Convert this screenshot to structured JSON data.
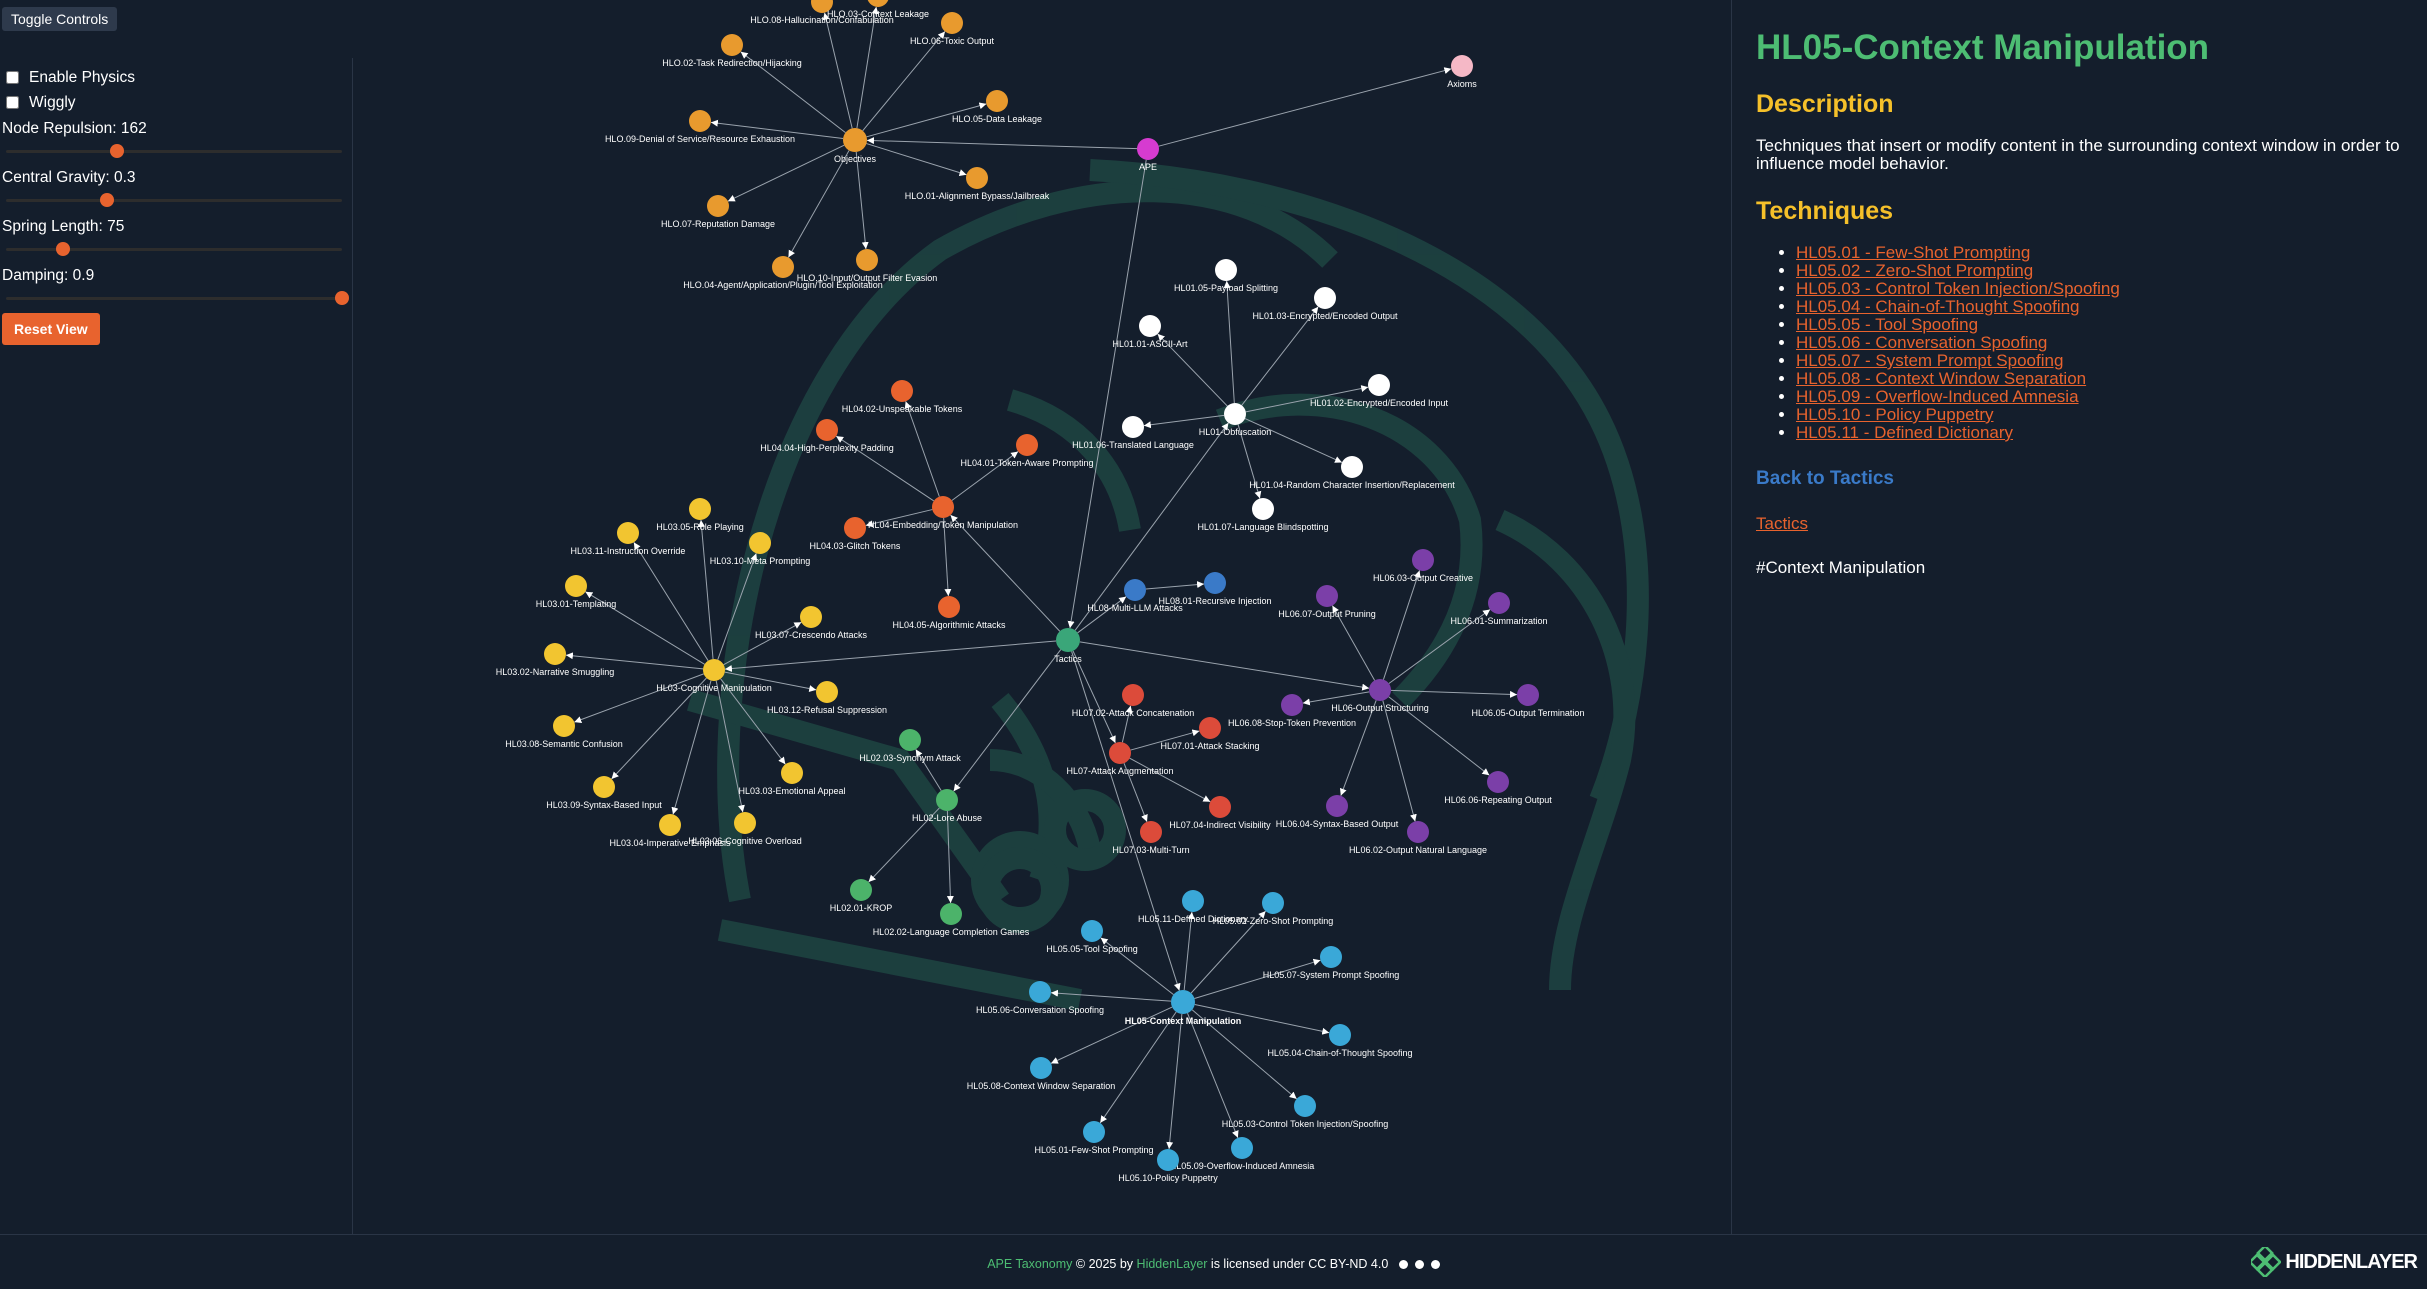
{
  "controls": {
    "toggle_label": "Toggle Controls",
    "physics_label": "Enable Physics",
    "physics_checked": false,
    "wiggly_label": "Wiggly",
    "wiggly_checked": false,
    "repulsion_label": "Node Repulsion: 162",
    "repulsion_level": 0.33,
    "gravity_label": "Central Gravity: 0.3",
    "gravity_level": 0.3,
    "spring_label": "Spring Length: 75",
    "spring_level": 0.17,
    "damping_label": "Damping: 0.9",
    "damping_level": 1.0,
    "reset_label": "Reset View"
  },
  "graph": {
    "edge_color": "#9aa3ad",
    "group_colors": {
      "root": "#3aa679",
      "objectives": "#e89a2e",
      "ape": "#d63bd0",
      "axioms": "#f5b8c6",
      "hl01": "#ffffff",
      "hl02": "#4cb36a",
      "hl03": "#f2c530",
      "hl04": "#e8632e",
      "hl05": "#3aa8d8",
      "hl06": "#7b3fa8",
      "hl07": "#dc4b3a",
      "hl08": "#3a7ac8"
    },
    "nodes": [
      {
        "id": "APE",
        "label": "APE",
        "g": "ape"
      },
      {
        "id": "Axioms",
        "label": "Axioms",
        "g": "axioms"
      },
      {
        "id": "Obj",
        "label": "Objectives",
        "g": "objectives"
      },
      {
        "id": "Tac",
        "label": "Tactics",
        "g": "root"
      },
      {
        "id": "o08",
        "label": "HLO.08-Hallucination/Confabulation",
        "g": "objectives"
      },
      {
        "id": "o03",
        "label": "HLO.03-Context Leakage",
        "g": "objectives"
      },
      {
        "id": "o06",
        "label": "HLO.06-Toxic Output",
        "g": "objectives"
      },
      {
        "id": "o02",
        "label": "HLO.02-Task Redirection/Hijacking",
        "g": "objectives"
      },
      {
        "id": "o05",
        "label": "HLO.05-Data Leakage",
        "g": "objectives"
      },
      {
        "id": "o09",
        "label": "HLO.09-Denial of Service/Resource Exhaustion",
        "g": "objectives"
      },
      {
        "id": "o01",
        "label": "HLO.01-Alignment Bypass/Jailbreak",
        "g": "objectives"
      },
      {
        "id": "o07",
        "label": "HLO.07-Reputation Damage",
        "g": "objectives"
      },
      {
        "id": "o10",
        "label": "HLO.10-Input/Output Filter Evasion",
        "g": "objectives"
      },
      {
        "id": "o04",
        "label": "HLO.04-Agent/Application/Plugin/Tool Exploitation",
        "g": "objectives"
      },
      {
        "id": "h01",
        "label": "HL01-Obfuscation",
        "g": "hl01"
      },
      {
        "id": "h0105",
        "label": "HL01.05-Payload Splitting",
        "g": "hl01"
      },
      {
        "id": "h0103",
        "label": "HL01.03-Encrypted/Encoded Output",
        "g": "hl01"
      },
      {
        "id": "h0101",
        "label": "HL01.01-ASCII-Art",
        "g": "hl01"
      },
      {
        "id": "h0102",
        "label": "HL01.02-Encrypted/Encoded Input",
        "g": "hl01"
      },
      {
        "id": "h0106",
        "label": "HL01.06-Translated Language",
        "g": "hl01"
      },
      {
        "id": "h0104",
        "label": "HL01.04-Random Character Insertion/Replacement",
        "g": "hl01"
      },
      {
        "id": "h0107",
        "label": "HL01.07-Language Blindspotting",
        "g": "hl01"
      },
      {
        "id": "h04",
        "label": "HL04-Embedding/Token Manipulation",
        "g": "hl04"
      },
      {
        "id": "h0402",
        "label": "HL04.02-Unspeakable Tokens",
        "g": "hl04"
      },
      {
        "id": "h0404",
        "label": "HL04.04-High-Perplexity Padding",
        "g": "hl04"
      },
      {
        "id": "h0401",
        "label": "HL04.01-Token-Aware Prompting",
        "g": "hl04"
      },
      {
        "id": "h0403",
        "label": "HL04.03-Glitch Tokens",
        "g": "hl04"
      },
      {
        "id": "h0405",
        "label": "HL04.05-Algorithmic Attacks",
        "g": "hl04"
      },
      {
        "id": "h08",
        "label": "HL08-Multi-LLM Attacks",
        "g": "hl08"
      },
      {
        "id": "h0801",
        "label": "HL08.01-Recursive Injection",
        "g": "hl08"
      },
      {
        "id": "h03",
        "label": "HL03-Cognitive Manipulation",
        "g": "hl03"
      },
      {
        "id": "h0305",
        "label": "HL03.05-Role Playing",
        "g": "hl03"
      },
      {
        "id": "h0311",
        "label": "HL03.11-Instruction Override",
        "g": "hl03"
      },
      {
        "id": "h0310",
        "label": "HL03.10-Meta Prompting",
        "g": "hl03"
      },
      {
        "id": "h0301",
        "label": "HL03.01-Templating",
        "g": "hl03"
      },
      {
        "id": "h0307",
        "label": "HL03.07-Crescendo Attacks",
        "g": "hl03"
      },
      {
        "id": "h0302",
        "label": "HL03.02-Narrative Smuggling",
        "g": "hl03"
      },
      {
        "id": "h0312",
        "label": "HL03.12-Refusal Suppression",
        "g": "hl03"
      },
      {
        "id": "h0308",
        "label": "HL03.08-Semantic Confusion",
        "g": "hl03"
      },
      {
        "id": "h0303",
        "label": "HL03.03-Emotional Appeal",
        "g": "hl03"
      },
      {
        "id": "h0309",
        "label": "HL03.09-Syntax-Based Input",
        "g": "hl03"
      },
      {
        "id": "h0304",
        "label": "HL03.04-Imperative Emphasis",
        "g": "hl03"
      },
      {
        "id": "h0306",
        "label": "HL03.06-Cognitive Overload",
        "g": "hl03"
      },
      {
        "id": "h06",
        "label": "HL06-Output Structuring",
        "g": "hl06"
      },
      {
        "id": "h0603",
        "label": "HL06.03-Output Creative",
        "g": "hl06"
      },
      {
        "id": "h0607",
        "label": "HL06.07-Output Pruning",
        "g": "hl06"
      },
      {
        "id": "h0601",
        "label": "HL06.01-Summarization",
        "g": "hl06"
      },
      {
        "id": "h0608",
        "label": "HL06.08-Stop-Token Prevention",
        "g": "hl06"
      },
      {
        "id": "h0605",
        "label": "HL06.05-Output Termination",
        "g": "hl06"
      },
      {
        "id": "h0606",
        "label": "HL06.06-Repeating Output",
        "g": "hl06"
      },
      {
        "id": "h0604",
        "label": "HL06.04-Syntax-Based Output",
        "g": "hl06"
      },
      {
        "id": "h0602",
        "label": "HL06.02-Output Natural Language",
        "g": "hl06"
      },
      {
        "id": "h07",
        "label": "HL07-Attack Augmentation",
        "g": "hl07"
      },
      {
        "id": "h0702",
        "label": "HL07.02-Attack Concatenation",
        "g": "hl07"
      },
      {
        "id": "h0701",
        "label": "HL07.01-Attack Stacking",
        "g": "hl07"
      },
      {
        "id": "h0704",
        "label": "HL07.04-Indirect Visibility",
        "g": "hl07"
      },
      {
        "id": "h0703",
        "label": "HL07.03-Multi-Turn",
        "g": "hl07"
      },
      {
        "id": "h02",
        "label": "HL02-Lore Abuse",
        "g": "hl02"
      },
      {
        "id": "h0203",
        "label": "HL02.03-Synonym Attack",
        "g": "hl02"
      },
      {
        "id": "h0201",
        "label": "HL02.01-KROP",
        "g": "hl02"
      },
      {
        "id": "h0202",
        "label": "HL02.02-Language Completion Games",
        "g": "hl02"
      },
      {
        "id": "h05",
        "label": "HL05-Context Manipulation",
        "g": "hl05",
        "bold": true
      },
      {
        "id": "h0511",
        "label": "HL05.11-Defined Dictionary",
        "g": "hl05"
      },
      {
        "id": "h0502",
        "label": "HL05.02-Zero-Shot Prompting",
        "g": "hl05"
      },
      {
        "id": "h0505",
        "label": "HL05.05-Tool Spoofing",
        "g": "hl05"
      },
      {
        "id": "h0507",
        "label": "HL05.07-System Prompt Spoofing",
        "g": "hl05"
      },
      {
        "id": "h0506",
        "label": "HL05.06-Conversation Spoofing",
        "g": "hl05"
      },
      {
        "id": "h0504",
        "label": "HL05.04-Chain-of-Thought Spoofing",
        "g": "hl05"
      },
      {
        "id": "h0508",
        "label": "HL05.08-Context Window Separation",
        "g": "hl05"
      },
      {
        "id": "h0503",
        "label": "HL05.03-Control Token Injection/Spoofing",
        "g": "hl05"
      },
      {
        "id": "h0501",
        "label": "HL05.01-Few-Shot Prompting",
        "g": "hl05"
      },
      {
        "id": "h0509",
        "label": "HL05.09-Overflow-Induced Amnesia",
        "g": "hl05"
      },
      {
        "id": "h0510",
        "label": "HL05.10-Policy Puppetry",
        "g": "hl05"
      }
    ],
    "edges": [
      [
        "APE",
        "Axioms"
      ],
      [
        "APE",
        "Obj"
      ],
      [
        "APE",
        "Tac"
      ],
      [
        "Obj",
        "o08"
      ],
      [
        "Obj",
        "o03"
      ],
      [
        "Obj",
        "o06"
      ],
      [
        "Obj",
        "o02"
      ],
      [
        "Obj",
        "o05"
      ],
      [
        "Obj",
        "o09"
      ],
      [
        "Obj",
        "o01"
      ],
      [
        "Obj",
        "o07"
      ],
      [
        "Obj",
        "o10"
      ],
      [
        "Obj",
        "o04"
      ],
      [
        "Tac",
        "h01"
      ],
      [
        "Tac",
        "h04"
      ],
      [
        "Tac",
        "h08"
      ],
      [
        "Tac",
        "h03"
      ],
      [
        "Tac",
        "h06"
      ],
      [
        "Tac",
        "h07"
      ],
      [
        "Tac",
        "h02"
      ],
      [
        "Tac",
        "h05"
      ],
      [
        "h01",
        "h0105"
      ],
      [
        "h01",
        "h0103"
      ],
      [
        "h01",
        "h0101"
      ],
      [
        "h01",
        "h0102"
      ],
      [
        "h01",
        "h0106"
      ],
      [
        "h01",
        "h0104"
      ],
      [
        "h01",
        "h0107"
      ],
      [
        "h04",
        "h0402"
      ],
      [
        "h04",
        "h0404"
      ],
      [
        "h04",
        "h0401"
      ],
      [
        "h04",
        "h0403"
      ],
      [
        "h04",
        "h0405"
      ],
      [
        "h08",
        "h0801"
      ],
      [
        "h03",
        "h0305"
      ],
      [
        "h03",
        "h0311"
      ],
      [
        "h03",
        "h0310"
      ],
      [
        "h03",
        "h0301"
      ],
      [
        "h03",
        "h0307"
      ],
      [
        "h03",
        "h0302"
      ],
      [
        "h03",
        "h0312"
      ],
      [
        "h03",
        "h0308"
      ],
      [
        "h03",
        "h0303"
      ],
      [
        "h03",
        "h0309"
      ],
      [
        "h03",
        "h0304"
      ],
      [
        "h03",
        "h0306"
      ],
      [
        "h06",
        "h0603"
      ],
      [
        "h06",
        "h0607"
      ],
      [
        "h06",
        "h0601"
      ],
      [
        "h06",
        "h0608"
      ],
      [
        "h06",
        "h0605"
      ],
      [
        "h06",
        "h0606"
      ],
      [
        "h06",
        "h0604"
      ],
      [
        "h06",
        "h0602"
      ],
      [
        "h07",
        "h0702"
      ],
      [
        "h07",
        "h0701"
      ],
      [
        "h07",
        "h0704"
      ],
      [
        "h07",
        "h0703"
      ],
      [
        "h02",
        "h0203"
      ],
      [
        "h02",
        "h0201"
      ],
      [
        "h02",
        "h0202"
      ],
      [
        "h05",
        "h0511"
      ],
      [
        "h05",
        "h0502"
      ],
      [
        "h05",
        "h0505"
      ],
      [
        "h05",
        "h0507"
      ],
      [
        "h05",
        "h0506"
      ],
      [
        "h05",
        "h0504"
      ],
      [
        "h05",
        "h0508"
      ],
      [
        "h05",
        "h0503"
      ],
      [
        "h05",
        "h0501"
      ],
      [
        "h05",
        "h0509"
      ],
      [
        "h05",
        "h0510"
      ]
    ]
  },
  "info": {
    "title": "HL05-Context Manipulation",
    "description_heading": "Description",
    "description": "Techniques that insert or modify content in the surrounding context window in order to influence model behavior.",
    "techniques_heading": "Techniques",
    "techniques": [
      "HL05.01 - Few-Shot Prompting",
      "HL05.02 - Zero-Shot Prompting",
      "HL05.03 - Control Token Injection/Spoofing",
      "HL05.04 - Chain-of-Thought Spoofing",
      "HL05.05 - Tool Spoofing",
      "HL05.06 - Conversation Spoofing",
      "HL05.07 - System Prompt Spoofing",
      "HL05.08 - Context Window Separation",
      "HL05.09 - Overflow-Induced Amnesia",
      "HL05.10 - Policy Puppetry",
      "HL05.11 - Defined Dictionary"
    ],
    "back_heading": "Back to Tactics",
    "tactics_link": "Tactics",
    "tag": "#Context Manipulation"
  },
  "footer": {
    "ape": "APE Taxonomy",
    "copy": " © 2025 by ",
    "company": "HiddenLayer",
    "license": " is licensed under CC BY-ND 4.0",
    "brand": "HIDDENLAYER"
  }
}
